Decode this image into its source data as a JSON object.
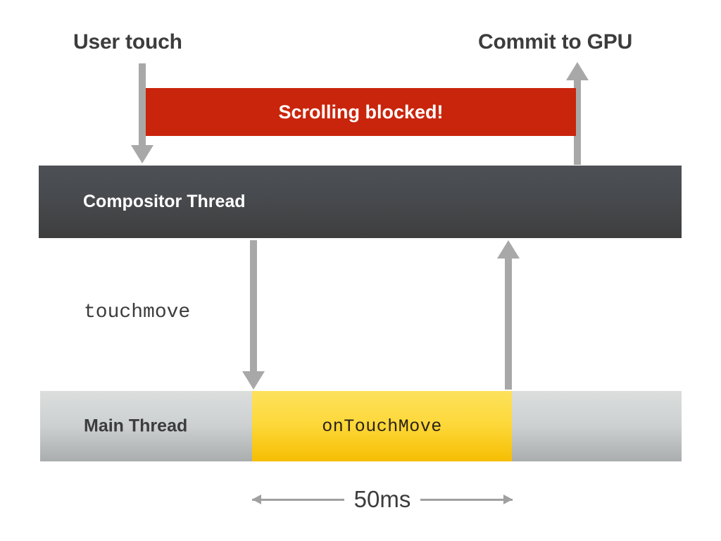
{
  "diagram": {
    "title_top_left": "User touch",
    "title_top_right": "Commit to GPU",
    "blocked_banner": {
      "text": "Scrolling blocked!",
      "color": "#c9250c",
      "text_color": "#ffffff"
    },
    "lanes": [
      {
        "id": "compositor",
        "label": "Compositor Thread",
        "color_top": "#4d5055",
        "color_bottom": "#3e3e3e",
        "text_color": "#ffffff"
      },
      {
        "id": "main",
        "label": "Main Thread",
        "color_top": "#dcdede",
        "color_bottom": "#a9adad",
        "text_color": "#3c3c3c"
      }
    ],
    "task_block": {
      "label": "onTouchMove",
      "color_top": "#fde15c",
      "color_bottom": "#f6be02",
      "text_color": "#2b2118"
    },
    "event_label": "touchmove",
    "duration": {
      "value": "50ms",
      "arrow_color": "#a0a0a0"
    },
    "arrows": {
      "color": "#a8a8a8",
      "input_down": "user-touch-to-compositor",
      "commit_up": "compositor-to-gpu",
      "dispatch_down": "compositor-to-main",
      "return_up": "main-to-compositor"
    }
  }
}
